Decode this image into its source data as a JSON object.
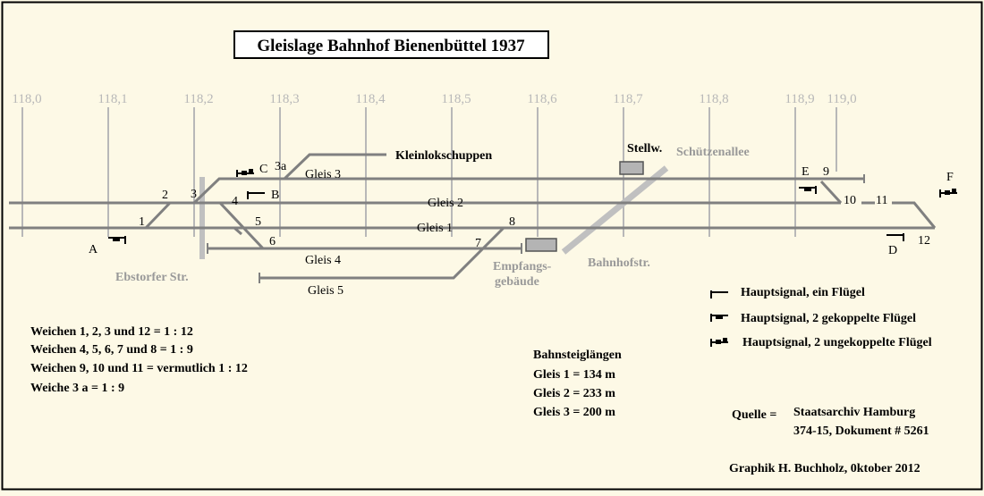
{
  "title": "Gleislage Bahnhof Bienenbüttel 1937",
  "km_marks": [
    "118,0",
    "118,1",
    "118,2",
    "118,3",
    "118,4",
    "118,5",
    "118,6",
    "118,7",
    "118,8",
    "118,9",
    "119,0"
  ],
  "tracks": {
    "gleis1": "Gleis 1",
    "gleis2": "Gleis 2",
    "gleis3": "Gleis 3",
    "gleis4": "Gleis 4",
    "gleis5": "Gleis 5",
    "kleinlok": "Kleinlokschuppen"
  },
  "switches": {
    "s1": "1",
    "s2": "2",
    "s3": "3",
    "s3a": "3a",
    "s4": "4",
    "s5": "5",
    "s6": "6",
    "s7": "7",
    "s8": "8",
    "s9": "9",
    "s10": "10",
    "s11": "11",
    "s12": "12"
  },
  "signals": {
    "a": "A",
    "b": "B",
    "c": "C",
    "d": "D",
    "e": "E",
    "f": "F"
  },
  "places": {
    "stellwerk": "Stellw.",
    "schuetzenallee": "Schützenallee",
    "ebstorfer": "Ebstorfer Str.",
    "empfang1": "Empfangs-",
    "empfang2": "gebäude",
    "bahnhofstr": "Bahnhofstr."
  },
  "legend": {
    "one_wing": "Hauptsignal, ein Flügel",
    "two_coupled": "Hauptsignal, 2 gekoppelte Flügel",
    "two_uncoupled": "Hauptsignal, 2 ungekoppelte Flügel"
  },
  "weichen_notes": [
    "Weichen 1, 2, 3 und 12 = 1 : 12",
    "Weichen 4, 5, 6, 7 und 8 = 1 : 9",
    "Weichen 9, 10 und 11 = vermutlich 1 : 12",
    "Weiche 3 a =  1 : 9"
  ],
  "platforms": {
    "heading": "Bahnsteiglängen",
    "items": [
      "Gleis 1 = 134 m",
      "Gleis 2 = 233 m",
      "Gleis 3 = 200 m"
    ]
  },
  "source": {
    "label": "Quelle =",
    "line1": "Staatsarchiv Hamburg",
    "line2": "374-15, Dokument # 5261"
  },
  "credit": "Graphik H. Buchholz, 0ktober 2012",
  "colors": {
    "track": "#808080",
    "grey_text": "#999999",
    "km": "#b8b8b8",
    "background": "#fdf9e6"
  }
}
